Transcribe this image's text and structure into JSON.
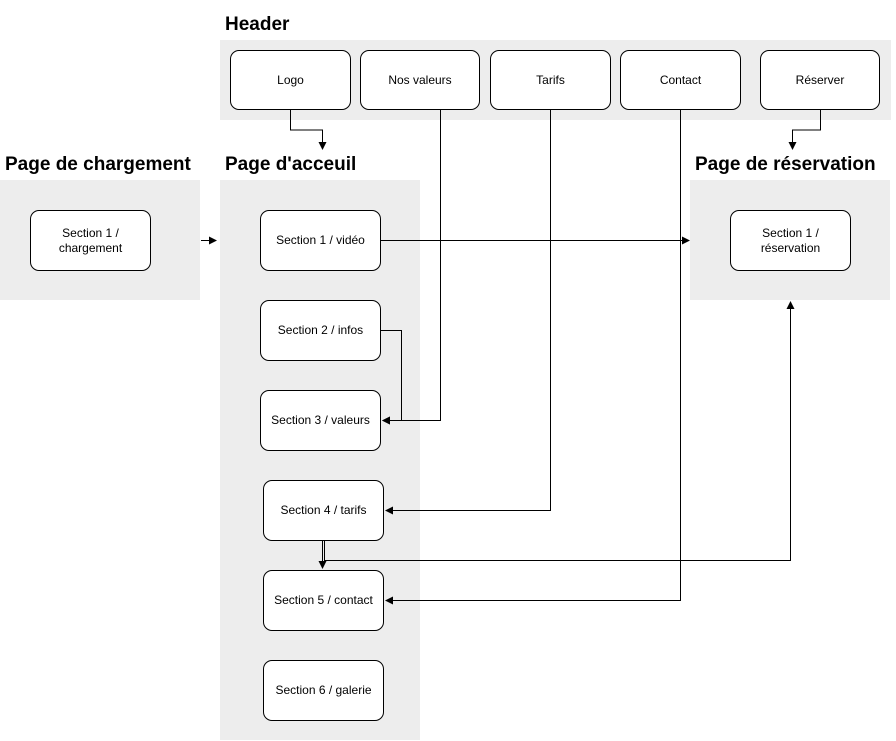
{
  "groups": {
    "header": {
      "title": "Header"
    },
    "loading": {
      "title": "Page de chargement"
    },
    "home": {
      "title": "Page d'acceuil"
    },
    "booking": {
      "title": "Page de réservation"
    }
  },
  "nodes": {
    "logo": "Logo",
    "values": "Nos valeurs",
    "pricing": "Tarifs",
    "contact": "Contact",
    "reserve": "Réserver",
    "loading_section_1": "Section 1 /\nchargement",
    "home_section_1": "Section 1 / vidéo",
    "home_section_2": "Section 2 / infos",
    "home_section_3": "Section 3 / valeurs",
    "home_section_4": "Section 4 / tarifs",
    "home_section_5": "Section 5 / contact",
    "home_section_6": "Section 6 / galerie",
    "booking_section_1": "Section 1 /\nréservation"
  },
  "colors": {
    "group_fill": "#ededed",
    "node_fill": "#ffffff",
    "line": "#000000"
  }
}
